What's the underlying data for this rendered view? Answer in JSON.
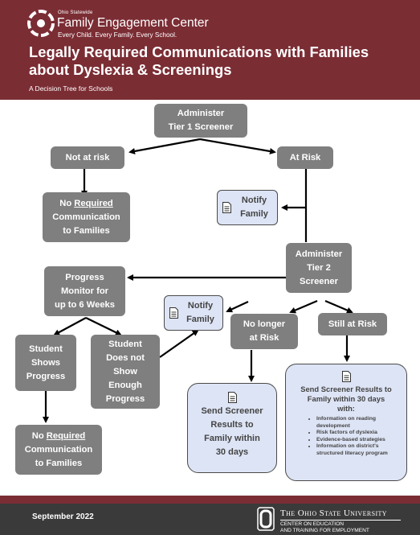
{
  "header": {
    "org_small": "Ohio Statewide",
    "org_name": "Family Engagement Center",
    "org_tagline": "Every Child.  Every Family.  Every School.",
    "title_line1": "Legally Required Communications with Families",
    "title_line2": "about Dyslexia & Screenings",
    "subtitle": "A Decision Tree for Schools"
  },
  "nodes": {
    "tier1": {
      "line1": "Administer",
      "line2": "Tier 1 Screener"
    },
    "not_at_risk": {
      "label": "Not at risk"
    },
    "at_risk": {
      "label": "At Risk"
    },
    "no_comm_1": {
      "pre": "No ",
      "underlined": "Required",
      "line2": "Communication",
      "line3": "to Families"
    },
    "notify_1": {
      "line1": "Notify",
      "line2": "Family"
    },
    "tier2": {
      "line1": "Administer",
      "line2": "Tier 2",
      "line3": "Screener"
    },
    "progress_monitor": {
      "line1": "Progress",
      "line2": "Monitor for",
      "line3": "up to 6 Weeks"
    },
    "notify_2": {
      "line1": "Notify",
      "line2": "Family"
    },
    "no_longer": {
      "line1": "No longer",
      "line2": "at Risk"
    },
    "still_at_risk": {
      "label": "Still at Risk"
    },
    "shows_progress": {
      "line1": "Student",
      "line2": "Shows",
      "line3": "Progress"
    },
    "not_enough": {
      "line1": "Student",
      "line2": "Does not",
      "line3": "Show",
      "line4": "Enough",
      "line5": "Progress"
    },
    "send_short": {
      "line1": "Send Screener",
      "line2": "Results to",
      "line3": "Family within",
      "line4": "30 days"
    },
    "send_long": {
      "line1": "Send Screener Results to",
      "line2": "Family within 30 days",
      "line3": "with:",
      "bullets": [
        "Information on reading development",
        "Risk factors of dyslexia",
        "Evidence-based strategies",
        "Information on district's structured literacy program"
      ]
    },
    "no_comm_2": {
      "pre": "No ",
      "underlined": "Required",
      "line2": "Communication",
      "line3": "to Families"
    }
  },
  "footer": {
    "date": "September 2022",
    "university": "The Ohio State University",
    "center_line1": "CENTER ON EDUCATION",
    "center_line2": "AND TRAINING FOR EMPLOYMENT"
  },
  "colors": {
    "header_bg": "#7b2d34",
    "node_gray": "#7f7f7f",
    "notify_bg": "#dde4f5",
    "footer_bg": "#3a3a3a"
  },
  "icons": [
    "logo-mark",
    "document-icon",
    "osu-block-o-logo"
  ]
}
